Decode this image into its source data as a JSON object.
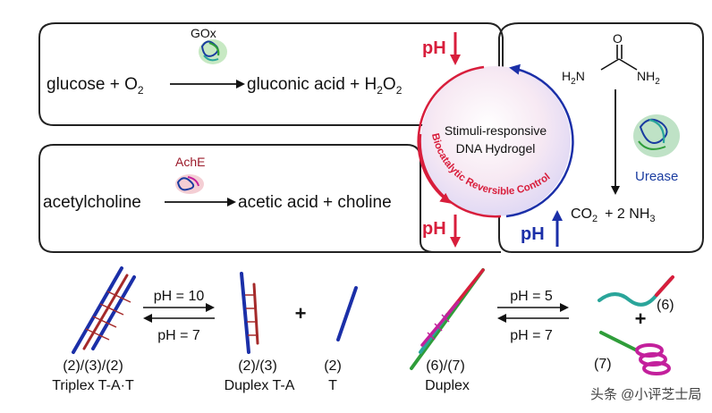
{
  "top_left": {
    "reactant": "glucose + O",
    "reactant_sub": "2",
    "enzyme": "GOx",
    "product_a": "gluconic acid + H",
    "product_sub1": "2",
    "product_b": "O",
    "product_sub2": "2"
  },
  "bottom_left": {
    "reactant": "acetylcholine",
    "enzyme": "AchE",
    "products": "acetic acid + choline"
  },
  "right_box": {
    "urea_h2n": "H",
    "urea_sub_a": "2",
    "urea_n_left": "N",
    "urea_nh": "NH",
    "urea_sub_b": "2",
    "urea_o": "O",
    "enzyme": "Urease",
    "products_a": "CO",
    "products_sub1": "2",
    "products_b": "+  2 NH",
    "products_sub2": "3"
  },
  "ph_labels": {
    "top": "pH",
    "bottom": "pH",
    "right": "pH"
  },
  "circle": {
    "line1": "Stimuli-responsive",
    "line2": "DNA Hydrogel",
    "arc_text": "Biocatalytic Reversible Control"
  },
  "bottom": {
    "triplex_label1": "(2)/(3)/(2)",
    "triplex_label2": "Triplex T-A·T",
    "eq1_top": "pH = 10",
    "eq1_bottom": "pH = 7",
    "duplex1_label1": "(2)/(3)",
    "duplex1_label2": "Duplex T-A",
    "plus1": "+",
    "t_label1": "(2)",
    "t_label2": "T",
    "duplex2_label1": "(6)/(7)",
    "duplex2_label2": "Duplex",
    "eq2_top": "pH = 5",
    "eq2_bottom": "pH = 7",
    "plus2": "+",
    "strand6": "(6)",
    "strand7": "(7)"
  },
  "watermark": "头条 @小评芝士局",
  "colors": {
    "red": "#d81e3c",
    "blue": "#1b2fa8",
    "enzyme_red": "#9b1a2a",
    "enzyme_blue": "#1a3ca0",
    "teal": "#2aa59a",
    "green": "#2f9d3a",
    "magenta": "#c3209c",
    "dark_red": "#a52a2a",
    "circle_pink": "#f3b8cc",
    "circle_blue": "#c9d8f6"
  }
}
